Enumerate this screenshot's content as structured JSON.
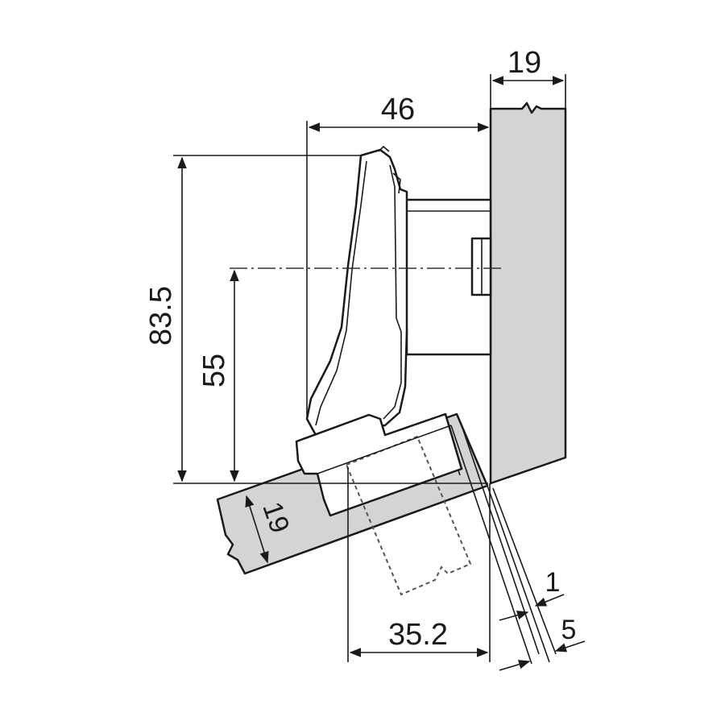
{
  "dimensions": {
    "cabinet_wall_thickness": "19",
    "hinge_depth": "46",
    "door_height_offset": "83.5",
    "cup_center_height": "55",
    "door_thickness": "19",
    "cup_distance": "35.2",
    "gap_small": "1",
    "gap_large": "5"
  },
  "colors": {
    "panel_fill": "#d4d4d6",
    "line": "#1a1a1a",
    "background": "#ffffff"
  }
}
